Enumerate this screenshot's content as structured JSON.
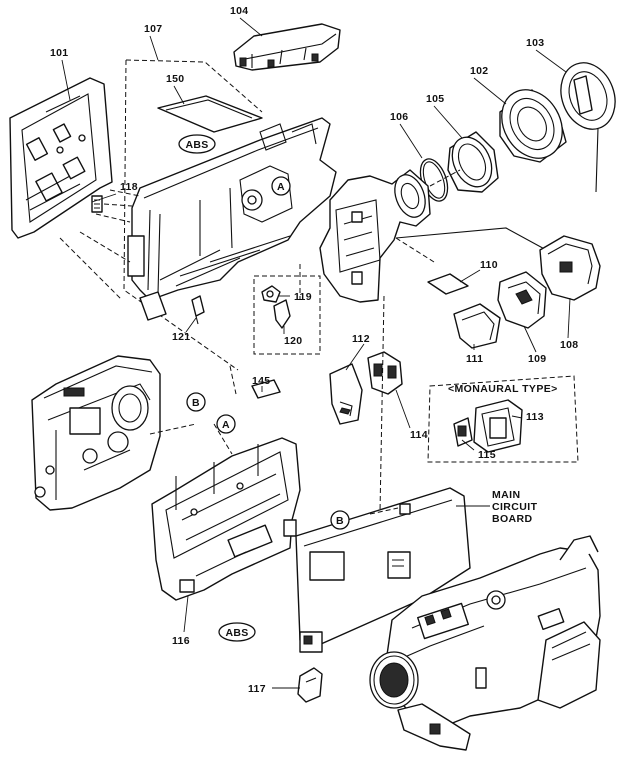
{
  "labels": {
    "p101": "101",
    "p102": "102",
    "p103": "103",
    "p104": "104",
    "p105": "105",
    "p106": "106",
    "p107": "107",
    "p108": "108",
    "p109": "109",
    "p110": "110",
    "p111": "111",
    "p112": "112",
    "p113": "113",
    "p114": "114",
    "p115": "115",
    "p116": "116",
    "p117": "117",
    "p118": "118",
    "p119": "119",
    "p120": "120",
    "p121": "121",
    "p145": "145",
    "p150": "150"
  },
  "markers": {
    "a_upper": "A",
    "a_lower": "A",
    "b_left": "B",
    "b_board": "B"
  },
  "material": {
    "abs_upper": "ABS",
    "abs_lower": "ABS"
  },
  "callouts": {
    "monaural": "<MONAURAL TYPE>",
    "main_line1": "MAIN",
    "main_line2": "CIRCUIT",
    "main_line3": "BOARD"
  }
}
